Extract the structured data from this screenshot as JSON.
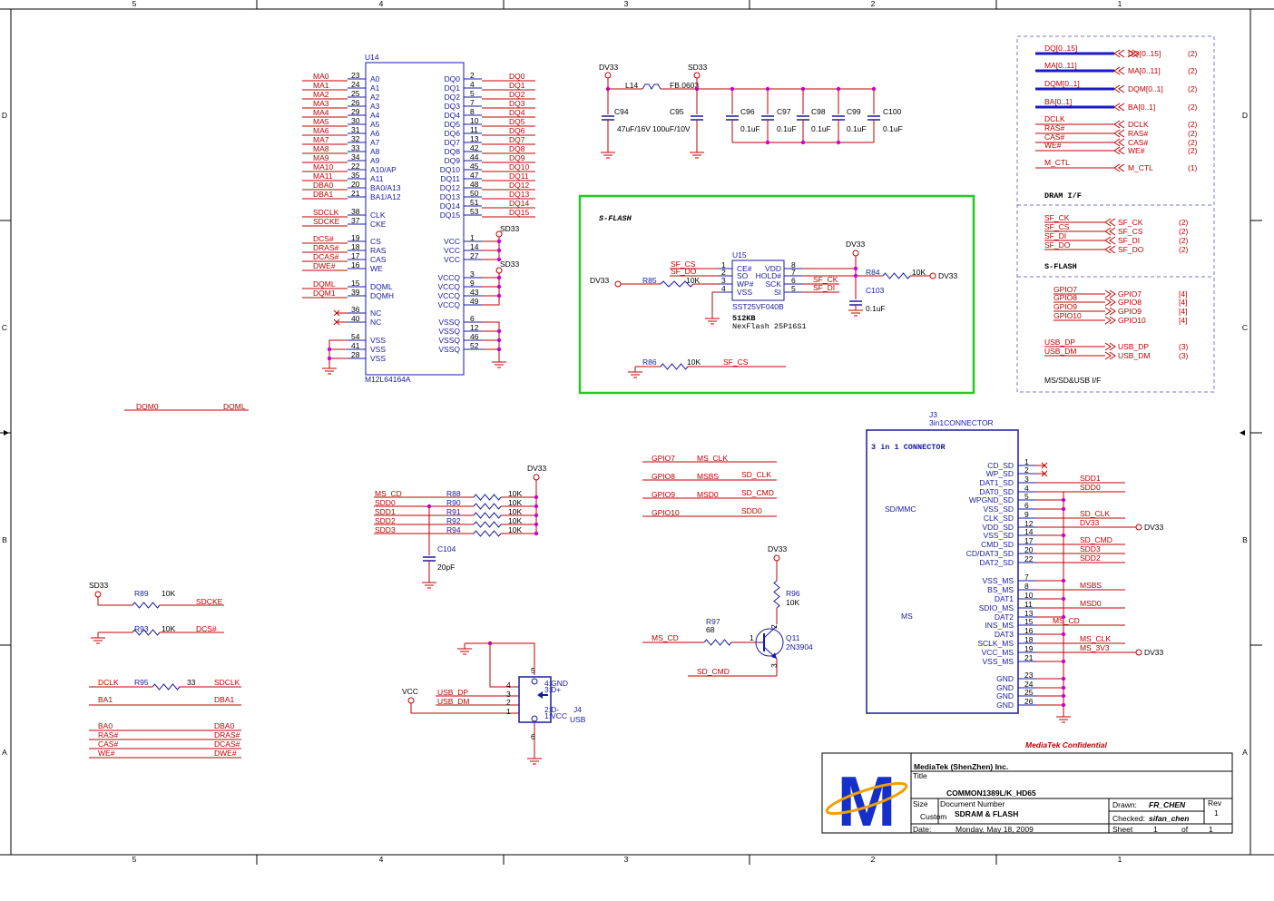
{
  "border": {
    "col_markers": [
      "5",
      "4",
      "3",
      "2",
      "1"
    ],
    "row_markers": [
      "D",
      "C",
      "B",
      "A"
    ]
  },
  "sdram": {
    "ref": "U14",
    "part": "M12L64164A",
    "left_pins": [
      {
        "net": "MA0",
        "num": "23",
        "name": "A0"
      },
      {
        "net": "MA1",
        "num": "24",
        "name": "A1"
      },
      {
        "net": "MA2",
        "num": "25",
        "name": "A2"
      },
      {
        "net": "MA3",
        "num": "26",
        "name": "A3"
      },
      {
        "net": "MA4",
        "num": "29",
        "name": "A4"
      },
      {
        "net": "MA5",
        "num": "30",
        "name": "A5"
      },
      {
        "net": "MA6",
        "num": "31",
        "name": "A6"
      },
      {
        "net": "MA7",
        "num": "32",
        "name": "A7"
      },
      {
        "net": "MA8",
        "num": "33",
        "name": "A8"
      },
      {
        "net": "MA9",
        "num": "34",
        "name": "A9"
      },
      {
        "net": "MA10",
        "num": "22",
        "name": "A10/AP"
      },
      {
        "net": "MA11",
        "num": "35",
        "name": "A11"
      },
      {
        "net": "DBA0",
        "num": "20",
        "name": "BA0/A13"
      },
      {
        "net": "DBA1",
        "num": "21",
        "name": "BA1/A12"
      },
      {
        "net": "SDCLK",
        "num": "38",
        "name": "CLK"
      },
      {
        "net": "SDCKE",
        "num": "37",
        "name": "CKE"
      },
      {
        "net": "DCS#",
        "num": "19",
        "name": "CS"
      },
      {
        "net": "DRAS#",
        "num": "18",
        "name": "RAS"
      },
      {
        "net": "DCAS#",
        "num": "17",
        "name": "CAS"
      },
      {
        "net": "DWE#",
        "num": "16",
        "name": "WE"
      },
      {
        "net": "DQML",
        "num": "15",
        "name": "DQML"
      },
      {
        "net": "DQM1",
        "num": "39",
        "name": "DQMH"
      },
      {
        "net": "",
        "num": "36",
        "name": "NC"
      },
      {
        "net": "",
        "num": "40",
        "name": "NC"
      },
      {
        "net": "",
        "num": "54",
        "name": "VSS"
      },
      {
        "net": "",
        "num": "41",
        "name": "VSS"
      },
      {
        "net": "",
        "num": "28",
        "name": "VSS"
      }
    ],
    "right_pins": [
      {
        "net": "DQ0",
        "num": "2",
        "name": "DQ0"
      },
      {
        "net": "DQ1",
        "num": "4",
        "name": "DQ1"
      },
      {
        "net": "DQ2",
        "num": "5",
        "name": "DQ2"
      },
      {
        "net": "DQ3",
        "num": "7",
        "name": "DQ3"
      },
      {
        "net": "DQ4",
        "num": "8",
        "name": "DQ4"
      },
      {
        "net": "DQ5",
        "num": "10",
        "name": "DQ5"
      },
      {
        "net": "DQ6",
        "num": "11",
        "name": "DQ6"
      },
      {
        "net": "DQ7",
        "num": "13",
        "name": "DQ7"
      },
      {
        "net": "DQ8",
        "num": "42",
        "name": "DQ8"
      },
      {
        "net": "DQ9",
        "num": "44",
        "name": "DQ9"
      },
      {
        "net": "DQ10",
        "num": "45",
        "name": "DQ10"
      },
      {
        "net": "DQ11",
        "num": "47",
        "name": "DQ11"
      },
      {
        "net": "DQ12",
        "num": "48",
        "name": "DQ12"
      },
      {
        "net": "DQ13",
        "num": "50",
        "name": "DQ13"
      },
      {
        "net": "DQ14",
        "num": "51",
        "name": "DQ14"
      },
      {
        "net": "DQ15",
        "num": "53",
        "name": "DQ15"
      },
      {
        "net": "",
        "num": "1",
        "name": "VCC"
      },
      {
        "net": "",
        "num": "14",
        "name": "VCC"
      },
      {
        "net": "",
        "num": "27",
        "name": "VCC"
      },
      {
        "net": "",
        "num": "3",
        "name": "VCCQ"
      },
      {
        "net": "",
        "num": "9",
        "name": "VCCQ"
      },
      {
        "net": "",
        "num": "43",
        "name": "VCCQ"
      },
      {
        "net": "",
        "num": "49",
        "name": "VCCQ"
      },
      {
        "net": "",
        "num": "6",
        "name": "VSSQ"
      },
      {
        "net": "",
        "num": "12",
        "name": "VSSQ"
      },
      {
        "net": "",
        "num": "46",
        "name": "VSSQ"
      },
      {
        "net": "",
        "num": "52",
        "name": "VSSQ"
      }
    ],
    "vcc_label": "SD33",
    "vccq_label": "SD33"
  },
  "power": {
    "dv33": "DV33",
    "sd33": "SD33",
    "inductor": "L14",
    "bead": "FB.0603",
    "caps": [
      {
        "ref": "C94",
        "val": "47uF/16V"
      },
      {
        "ref": "C95",
        "val": "100uF/10V"
      },
      {
        "ref": "C96",
        "val": "0.1uF"
      },
      {
        "ref": "C97",
        "val": "0.1uF"
      },
      {
        "ref": "C98",
        "val": "0.1uF"
      },
      {
        "ref": "C99",
        "val": "0.1uF"
      },
      {
        "ref": "C100",
        "val": "0.1uF"
      }
    ]
  },
  "sflash": {
    "title": "S-FLASH",
    "ref": "U15",
    "part": "SST25VF040B",
    "size": "512KB",
    "alt": "NexFlash 25P16S1",
    "pins_left": [
      {
        "num": "1",
        "name": "CE#",
        "net": "SF_CS"
      },
      {
        "num": "2",
        "name": "SO",
        "net": "SF_DO"
      },
      {
        "num": "3",
        "name": "WP#",
        "net": ""
      },
      {
        "num": "4",
        "name": "VSS",
        "net": ""
      }
    ],
    "pins_right": [
      {
        "num": "8",
        "name": "VDD",
        "net": ""
      },
      {
        "num": "7",
        "name": "HOLD#",
        "net": ""
      },
      {
        "num": "6",
        "name": "SCK",
        "net": "SF_CK"
      },
      {
        "num": "5",
        "name": "SI",
        "net": "SF_DI"
      }
    ],
    "dv33": "DV33",
    "r85": {
      "ref": "R85",
      "val": "10K"
    },
    "r84": {
      "ref": "R84",
      "val": "10K"
    },
    "c103": {
      "ref": "C103",
      "val": "0.1uF"
    },
    "r86": {
      "ref": "R86",
      "val": "10K",
      "net": "SF_CS"
    }
  },
  "ports": {
    "dram_title": "DRAM I/F",
    "sflash_title": "S-FLASH",
    "ms_title": "MS/SD&USB I/F",
    "dram": [
      {
        "net": "DQ[0..15]",
        "port": "DQ[0..15]",
        "ref": "(2)",
        "bus": true
      },
      {
        "net": "MA[0..11]",
        "port": "MA[0..11]",
        "ref": "(2)",
        "bus": true
      },
      {
        "net": "DQM[0..1]",
        "port": "DQM[0..1]",
        "ref": "(2)",
        "bus": true
      },
      {
        "net": "BA[0..1]",
        "port": "BA[0..1]",
        "ref": "(2)",
        "bus": true
      },
      {
        "net": "DCLK",
        "port": "DCLK",
        "ref": "(2)",
        "bus": false
      },
      {
        "net": "RAS#",
        "port": "RAS#",
        "ref": "(2)",
        "bus": false
      },
      {
        "net": "CAS#",
        "port": "CAS#",
        "ref": "(2)",
        "bus": false
      },
      {
        "net": "WE#",
        "port": "WE#",
        "ref": "(2)",
        "bus": false
      },
      {
        "net": "M_CTL",
        "port": "M_CTL",
        "ref": "(1)",
        "bus": false
      }
    ],
    "sflash": [
      {
        "net": "SF_CK",
        "port": "SF_CK",
        "ref": "(2)"
      },
      {
        "net": "SF_CS",
        "port": "SF_CS",
        "ref": "(2)"
      },
      {
        "net": "SF_DI",
        "port": "SF_DI",
        "ref": "(2)"
      },
      {
        "net": "SF_DO",
        "port": "SF_DO",
        "ref": "(2)"
      }
    ],
    "gpio": [
      {
        "net": "GPIO7",
        "port": "GPIO7",
        "ref": "[4]"
      },
      {
        "net": "GPIO8",
        "port": "GPIO8",
        "ref": "[4]"
      },
      {
        "net": "GPIO9",
        "port": "GPIO9",
        "ref": "[4]"
      },
      {
        "net": "GPIO10",
        "port": "GPIO10",
        "ref": "[4]"
      }
    ],
    "usb": [
      {
        "net": "USB_DP",
        "port": "USB_DP",
        "ref": "(3)"
      },
      {
        "net": "USB_DM",
        "port": "USB_DM",
        "ref": "(3)"
      }
    ]
  },
  "misc": {
    "dqm0": "DQM0",
    "dqml": "DQML",
    "sd33": "SD33",
    "r89": {
      "ref": "R89",
      "val": "10K",
      "net": "SDCKE"
    },
    "r93": {
      "ref": "R93",
      "val": "10K",
      "net": "DCS#"
    },
    "r95": {
      "ref": "R95",
      "val": "33",
      "in": "DCLK",
      "out": "SDCLK"
    },
    "ba1": {
      "in": "BA1",
      "out": "DBA1"
    },
    "aliases": [
      {
        "in": "BA0",
        "out": "DBA0"
      },
      {
        "in": "RAS#",
        "out": "DRAS#"
      },
      {
        "in": "CAS#",
        "out": "DCAS#"
      },
      {
        "in": "WE#",
        "out": "DWE#"
      }
    ]
  },
  "pullups": {
    "dv33": "DV33",
    "rows": [
      {
        "net": "MS_CD",
        "ref": "R88",
        "val": "10K"
      },
      {
        "net": "SDD0",
        "ref": "R90",
        "val": "10K"
      },
      {
        "net": "SDD1",
        "ref": "R91",
        "val": "10K"
      },
      {
        "net": "SDD2",
        "ref": "R92",
        "val": "10K"
      },
      {
        "net": "SDD3",
        "ref": "R94",
        "val": "10K"
      }
    ],
    "cap": {
      "ref": "C104",
      "val": "20pF"
    }
  },
  "usb": {
    "vcc": "VCC",
    "dp": "USB_DP",
    "dm": "USB_DM",
    "ref": "J4",
    "name": "USB",
    "pin_labels": [
      "4:GND",
      "3:D+",
      "2:D-",
      "1:VCC"
    ],
    "pins": [
      "4",
      "3",
      "2",
      "1",
      "5",
      "6"
    ]
  },
  "gpio_map": [
    {
      "gpio": "GPIO7",
      "a": "MS_CLK",
      "b": ""
    },
    {
      "gpio": "GPIO8",
      "a": "MSBS",
      "b": "SD_CLK"
    },
    {
      "gpio": "GPIO9",
      "a": "MSD0",
      "b": "SD_CMD"
    },
    {
      "gpio": "GPIO10",
      "a": "",
      "b": "SDD0"
    }
  ],
  "transistor": {
    "dv33": "DV33",
    "r96": {
      "ref": "R96",
      "val": "10K"
    },
    "r97": {
      "ref": "R97",
      "val": "68"
    },
    "q": {
      "ref": "Q11",
      "part": "2N3904"
    },
    "ms_cd": "MS_CD",
    "sd_cmd": "SD_CMD",
    "pins": [
      "1",
      "2",
      "3"
    ]
  },
  "connector": {
    "ref": "J3",
    "part": "3in1CONNECTOR",
    "title": "3 in 1 CONNECTOR",
    "sd_label": "SD/MMC",
    "ms_label": "MS",
    "dv33": "DV33",
    "pins": [
      {
        "name": "CD_SD",
        "num": "1",
        "net": ""
      },
      {
        "name": "WP_SD",
        "num": "2",
        "net": ""
      },
      {
        "name": "DAT1_SD",
        "num": "3",
        "net": "SDD1"
      },
      {
        "name": "DAT0_SD",
        "num": "4",
        "net": "SDD0"
      },
      {
        "name": "WPGND_SD",
        "num": "5",
        "net": ""
      },
      {
        "name": "VSS_SD",
        "num": "6",
        "net": ""
      },
      {
        "name": "CLK_SD",
        "num": "9",
        "net": "SD_CLK"
      },
      {
        "name": "VDD_SD",
        "num": "12",
        "net": "DV33"
      },
      {
        "name": "VSS_SD",
        "num": "14",
        "net": ""
      },
      {
        "name": "CMD_SD",
        "num": "17",
        "net": "SD_CMD"
      },
      {
        "name": "CD/DAT3_SD",
        "num": "20",
        "net": "SDD3"
      },
      {
        "name": "DAT2_SD",
        "num": "22",
        "net": "SDD2"
      },
      {
        "name": "VSS_MS",
        "num": "7",
        "net": ""
      },
      {
        "name": "BS_MS",
        "num": "8",
        "net": "MSBS"
      },
      {
        "name": "DAT1",
        "num": "10",
        "net": ""
      },
      {
        "name": "SDIO_MS",
        "num": "11",
        "net": "MSD0"
      },
      {
        "name": "DAT2",
        "num": "13",
        "net": ""
      },
      {
        "name": "INS_MS",
        "num": "15",
        "net": "MS_CD"
      },
      {
        "name": "DAT3",
        "num": "16",
        "net": ""
      },
      {
        "name": "SCLK_MS",
        "num": "18",
        "net": "MS_CLK"
      },
      {
        "name": "VCC_MS",
        "num": "19",
        "net": "MS_3V3"
      },
      {
        "name": "VSS_MS",
        "num": "21",
        "net": ""
      },
      {
        "name": "GND",
        "num": "23",
        "net": ""
      },
      {
        "name": "GND",
        "num": "24",
        "net": ""
      },
      {
        "name": "GND",
        "num": "25",
        "net": ""
      },
      {
        "name": "GND",
        "num": "26",
        "net": ""
      }
    ]
  },
  "titleblock": {
    "confidential": "MediaTek Confidential",
    "company": "MediaTek (ShenZhen) Inc.",
    "title_label": "Title",
    "title": "COMMON1389L/K_HD65",
    "size_label": "Size",
    "size": "Custom",
    "docnum_label": "Document Number",
    "docnum": "SDRAM & FLASH",
    "rev_label": "Rev",
    "rev": "1",
    "drawn_label": "Drawn:",
    "drawn": "FR_CHEN",
    "checked_label": "Checked:",
    "checked": "sifan_chen",
    "date_label": "Date:",
    "date": "Monday, May 18, 2009",
    "sheet_label": "Sheet",
    "sheet": "1",
    "of_label": "of",
    "of": "1"
  },
  "colors": {
    "wire": "#c00000",
    "component": "#1a1aa0",
    "bus": "#1a1acc",
    "highlight": "#22cc22",
    "junction": "#cc00cc"
  }
}
